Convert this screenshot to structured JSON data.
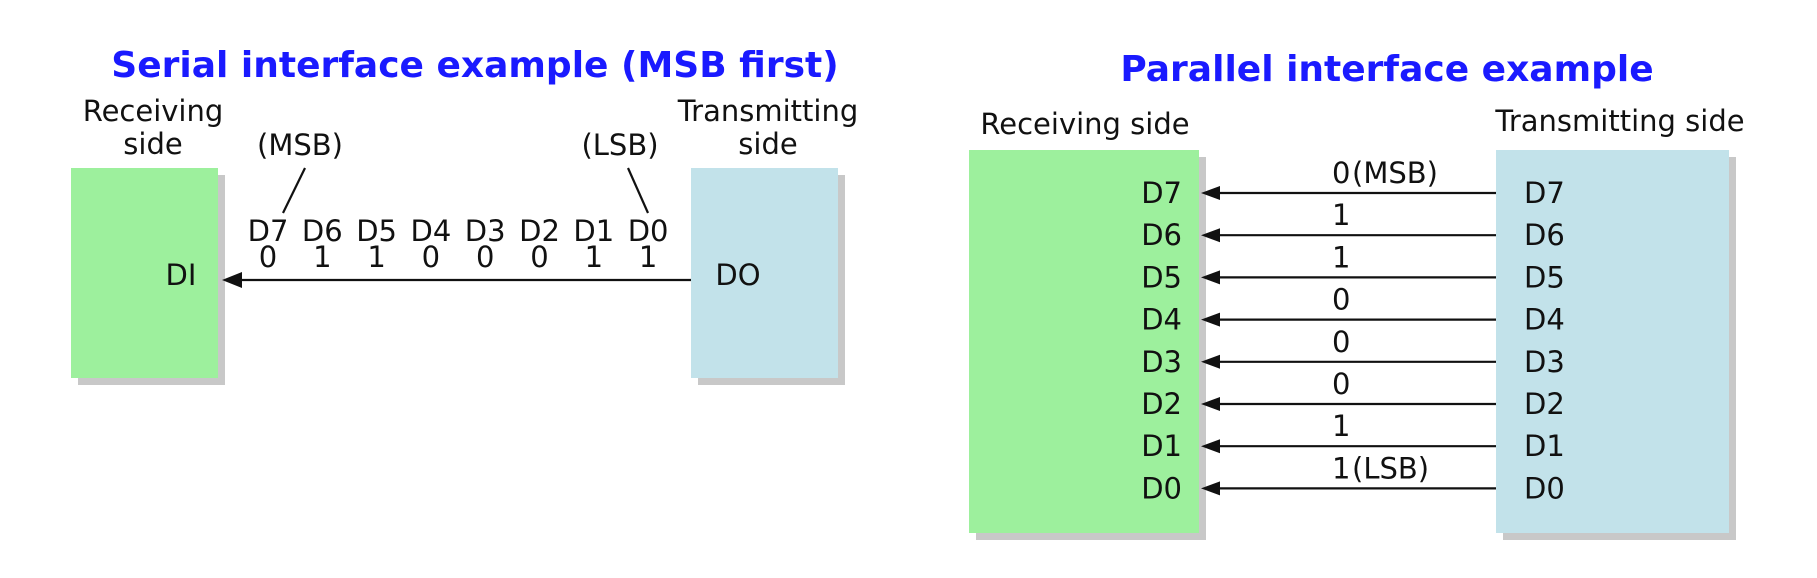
{
  "colors": {
    "title": "#1a1aff",
    "receiving_box": "#9df09d",
    "transmitting_box": "#c2e2ea",
    "shadow": "#c8c8c8",
    "line": "#111111"
  },
  "serial": {
    "title": "Serial interface example (MSB first)",
    "receiving_label": [
      "Receiving",
      "side"
    ],
    "transmitting_label": [
      "Transmitting",
      "side"
    ],
    "msb_label": "(MSB)",
    "lsb_label": "(LSB)",
    "input_pin": "DI",
    "output_pin": "DO",
    "bits": [
      {
        "name": "D7",
        "value": "0"
      },
      {
        "name": "D6",
        "value": "1"
      },
      {
        "name": "D5",
        "value": "1"
      },
      {
        "name": "D4",
        "value": "0"
      },
      {
        "name": "D3",
        "value": "0"
      },
      {
        "name": "D2",
        "value": "0"
      },
      {
        "name": "D1",
        "value": "1"
      },
      {
        "name": "D0",
        "value": "1"
      }
    ]
  },
  "parallel": {
    "title": "Parallel interface example",
    "receiving_label": "Receiving side",
    "transmitting_label": "Transmitting side",
    "lines": [
      {
        "pin": "D7",
        "value": "0",
        "note": "(MSB)"
      },
      {
        "pin": "D6",
        "value": "1",
        "note": ""
      },
      {
        "pin": "D5",
        "value": "1",
        "note": ""
      },
      {
        "pin": "D4",
        "value": "0",
        "note": ""
      },
      {
        "pin": "D3",
        "value": "0",
        "note": ""
      },
      {
        "pin": "D2",
        "value": "0",
        "note": ""
      },
      {
        "pin": "D1",
        "value": "1",
        "note": ""
      },
      {
        "pin": "D0",
        "value": "1",
        "note": "(LSB)"
      }
    ]
  }
}
